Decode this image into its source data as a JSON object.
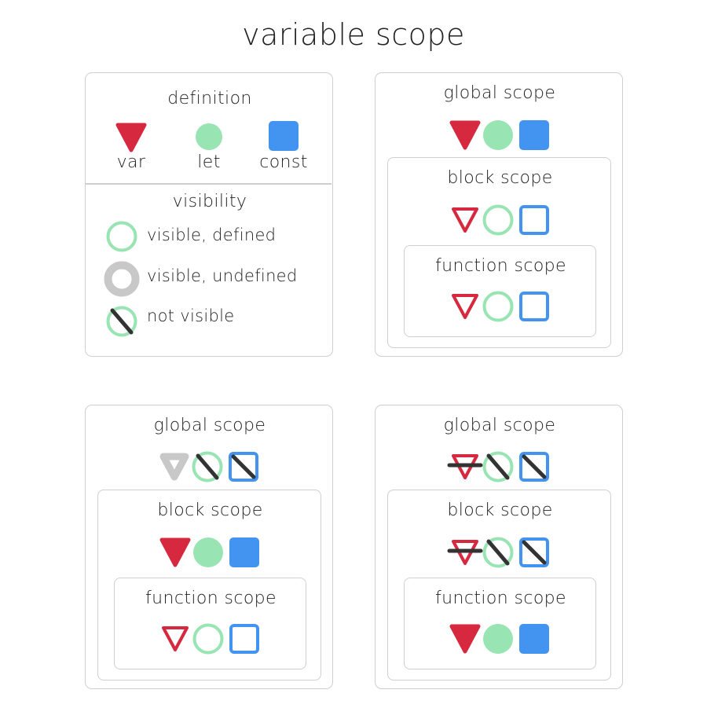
{
  "title": "variable scope",
  "colors": {
    "var": "#d6283f",
    "let": "#98e4b3",
    "const": "#4393f0",
    "undefined": "#c8c8c8",
    "strike": "#333333",
    "border": "#cfcfcf"
  },
  "legend": {
    "definition_title": "definition",
    "var_label": "var",
    "let_label": "let",
    "const_label": "const",
    "visibility_title": "visibility",
    "visible_defined": "visible, defined",
    "visible_undefined": "visible, undefined",
    "not_visible": "not visible"
  },
  "scopes": {
    "global": "global scope",
    "block": "block scope",
    "function": "function scope"
  },
  "diagrams": [
    {
      "name": "declared-in-global",
      "global": {
        "var": "defined",
        "let": "defined",
        "const": "defined"
      },
      "block": {
        "var": "visible",
        "let": "visible",
        "const": "visible"
      },
      "function": {
        "var": "visible",
        "let": "visible",
        "const": "visible"
      }
    },
    {
      "name": "declared-in-block",
      "global": {
        "var": "undefined",
        "let": "not-visible",
        "const": "not-visible"
      },
      "block": {
        "var": "defined",
        "let": "defined",
        "const": "defined"
      },
      "function": {
        "var": "visible",
        "let": "visible",
        "const": "visible"
      }
    },
    {
      "name": "declared-in-function",
      "global": {
        "var": "not-visible",
        "let": "not-visible",
        "const": "not-visible"
      },
      "block": {
        "var": "not-visible",
        "let": "not-visible",
        "const": "not-visible"
      },
      "function": {
        "var": "defined",
        "let": "defined",
        "const": "defined"
      }
    }
  ]
}
